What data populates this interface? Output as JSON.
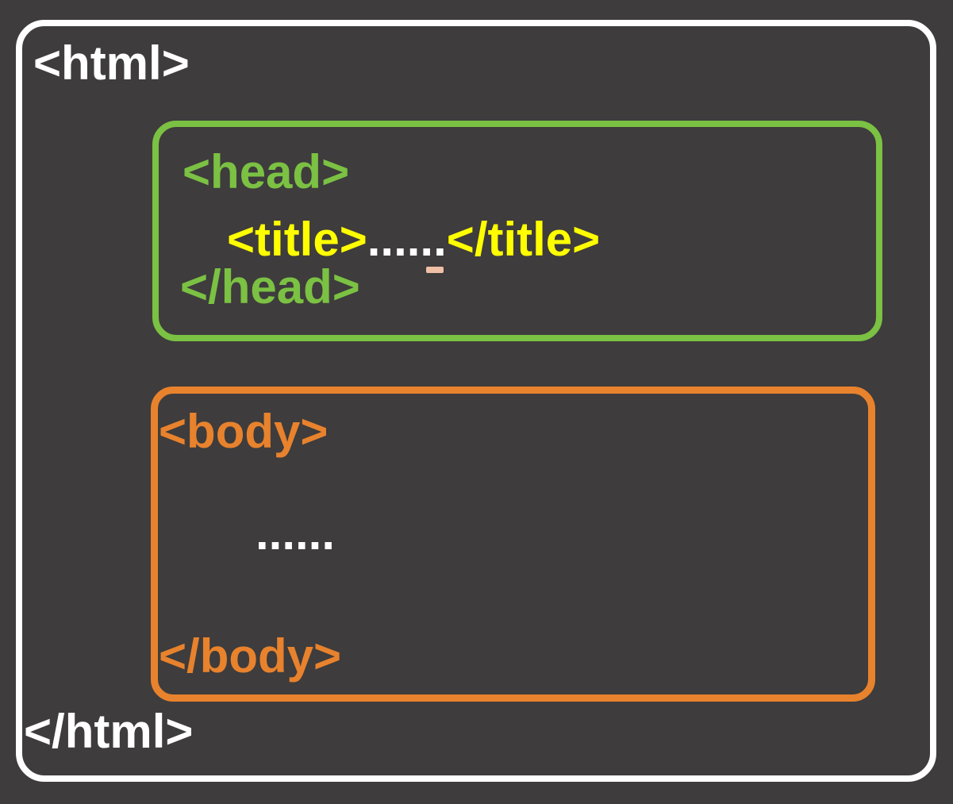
{
  "diagram": {
    "description": "HTML document structure diagram",
    "background_color": "#3E3C3C",
    "html_box": {
      "open_tag": "<html>",
      "close_tag": "</html>",
      "text_color": "#FFFFFF",
      "border_color": "#FFFFFF"
    },
    "head_box": {
      "open_tag": "<head>",
      "close_tag": "</head>",
      "text_color": "#7BC143",
      "border_color": "#7BC143",
      "title_line": {
        "open_tag": "<title>",
        "dots": "......",
        "close_tag": "</title>",
        "tag_color": "#FEFE00",
        "dots_color": "#FFFFFF"
      },
      "highlight_dash_color": "#EFC0A5"
    },
    "body_box": {
      "open_tag": "<body>",
      "close_tag": "</body>",
      "text_color": "#E8822D",
      "border_color": "#E8822D",
      "dots": "......",
      "dots_color": "#FFFFFF"
    }
  }
}
